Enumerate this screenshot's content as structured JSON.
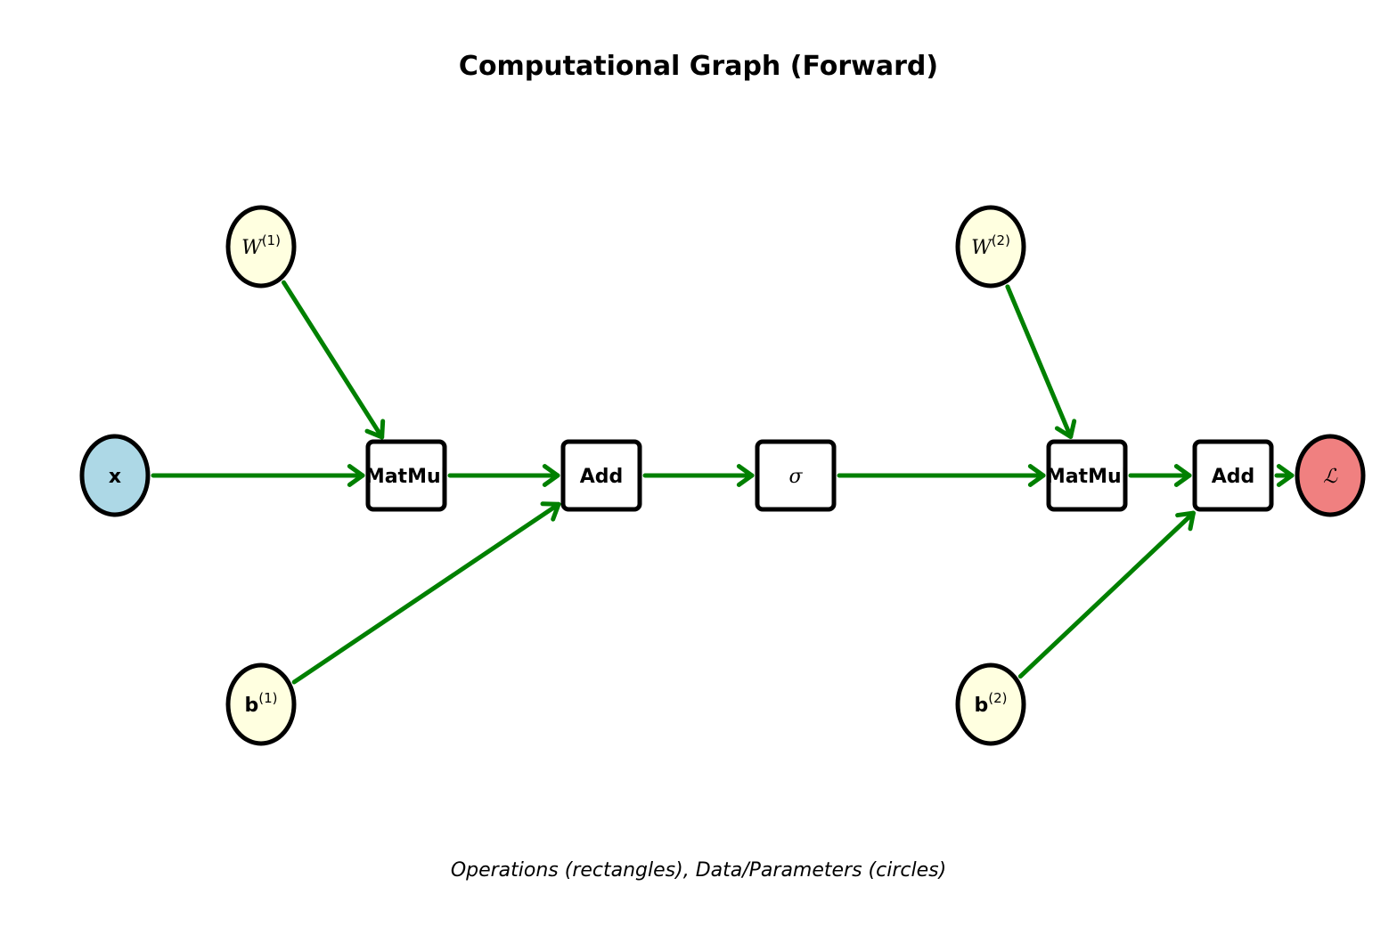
{
  "title": "Computational Graph (Forward)",
  "caption": "Operations (rectangles), Data/Parameters (circles)",
  "colors": {
    "edge": "#008000",
    "input_fill": "#add8e6",
    "param_fill": "#ffffe0",
    "op_fill": "#ffffff",
    "loss_fill": "#f08080",
    "stroke": "#000000"
  },
  "nodes": [
    {
      "id": "x",
      "kind": "input",
      "shape": "circle",
      "label": "x",
      "style": "bold",
      "sup": ""
    },
    {
      "id": "W1",
      "kind": "param",
      "shape": "circle",
      "label": "W",
      "style": "italic",
      "sup": "(1)"
    },
    {
      "id": "b1",
      "kind": "param",
      "shape": "circle",
      "label": "b",
      "style": "bold",
      "sup": "(1)"
    },
    {
      "id": "matmul1",
      "kind": "op",
      "shape": "rect",
      "label": "MatMul",
      "style": "bold",
      "sup": ""
    },
    {
      "id": "add1",
      "kind": "op",
      "shape": "rect",
      "label": "Add",
      "style": "bold",
      "sup": ""
    },
    {
      "id": "sigma",
      "kind": "op",
      "shape": "rect",
      "label": "σ",
      "style": "italic",
      "sup": ""
    },
    {
      "id": "W2",
      "kind": "param",
      "shape": "circle",
      "label": "W",
      "style": "italic",
      "sup": "(2)"
    },
    {
      "id": "b2",
      "kind": "param",
      "shape": "circle",
      "label": "b",
      "style": "bold",
      "sup": "(2)"
    },
    {
      "id": "matmul2",
      "kind": "op",
      "shape": "rect",
      "label": "MatMul",
      "style": "bold",
      "sup": ""
    },
    {
      "id": "add2",
      "kind": "op",
      "shape": "rect",
      "label": "Add",
      "style": "bold",
      "sup": ""
    },
    {
      "id": "loss",
      "kind": "loss",
      "shape": "circle",
      "label": "ℒ",
      "style": "italic",
      "sup": ""
    }
  ],
  "edges": [
    {
      "from": "x",
      "to": "matmul1"
    },
    {
      "from": "W1",
      "to": "matmul1"
    },
    {
      "from": "matmul1",
      "to": "add1"
    },
    {
      "from": "b1",
      "to": "add1"
    },
    {
      "from": "add1",
      "to": "sigma"
    },
    {
      "from": "sigma",
      "to": "matmul2"
    },
    {
      "from": "W2",
      "to": "matmul2"
    },
    {
      "from": "matmul2",
      "to": "add2"
    },
    {
      "from": "b2",
      "to": "add2"
    },
    {
      "from": "add2",
      "to": "loss"
    }
  ]
}
